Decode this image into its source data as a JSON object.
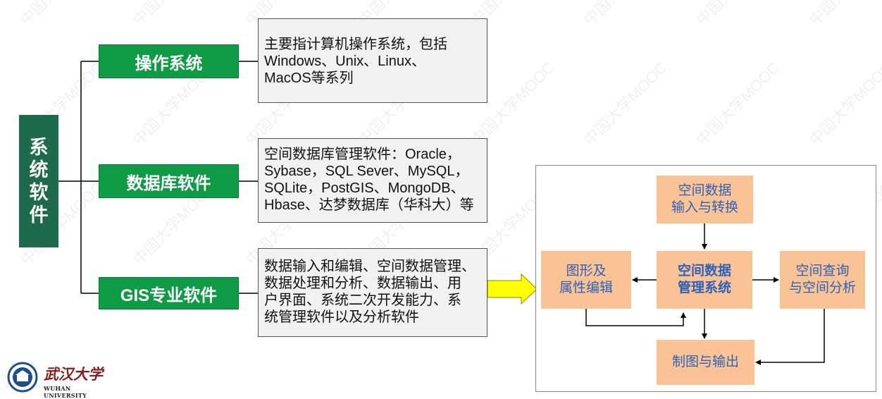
{
  "root": {
    "label": "系统软件"
  },
  "branches": [
    {
      "label": "操作系统",
      "desc_lines": [
        "主要指计算机操作系统，包括",
        "Windows、Unix、Linux、",
        "MacOS等系列"
      ]
    },
    {
      "label": "数据库软件",
      "desc_lines": [
        "空间数据库管理软件：Oracle，",
        "Sybase，SQL Sever、MySQL，",
        "SQLite，PostGIS、MongoDB、",
        "Hbase、达梦数据库（华科大）等"
      ]
    },
    {
      "label": "GIS专业软件",
      "desc_lines": [
        "数据输入和编辑、空间数据管理、",
        "数据处理和分析、数据输出、用",
        "户界面、系统二次开发能力、系",
        "统管理软件以及分析软件"
      ]
    }
  ],
  "gis_diagram": {
    "top": {
      "lines": [
        "空间数据",
        "输入与转换"
      ]
    },
    "left": {
      "lines": [
        "图形及",
        "属性编辑"
      ]
    },
    "center": {
      "lines": [
        "空间数据",
        "管理系统"
      ]
    },
    "right": {
      "lines": [
        "空间查询",
        "与空间分析"
      ]
    },
    "bottom": {
      "lines": [
        "制图与输出"
      ]
    }
  },
  "logo": {
    "cn": "武汉大学",
    "en": "WUHAN UNIVERSITY"
  },
  "watermark": "中国大学MOOC",
  "colors": {
    "root": "#1d6a4c",
    "branch": "#0f9b46",
    "node": "#f9c395",
    "node_text": "#2e61b8",
    "arrow": "#ffff00"
  }
}
